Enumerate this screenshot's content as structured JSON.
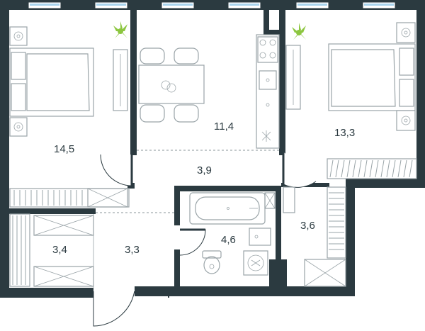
{
  "rooms": [
    {
      "id": "bedroom-left",
      "area": "14,5"
    },
    {
      "id": "kitchen",
      "area": "11,4"
    },
    {
      "id": "bedroom-right",
      "area": "13,3"
    },
    {
      "id": "corridor",
      "area": "3,9"
    },
    {
      "id": "closet-right",
      "area": "3,6"
    },
    {
      "id": "bathroom",
      "area": "4,6"
    },
    {
      "id": "closet-left",
      "area": "3,4"
    },
    {
      "id": "hallway",
      "area": "3,3"
    }
  ],
  "icons": {
    "plant": "plant-icon",
    "bed": "bed-icon",
    "table": "dining-table-icon",
    "stove": "stove-icon",
    "sink": "sink-icon",
    "bath": "bathtub-icon",
    "toilet": "toilet-icon",
    "washer": "washing-machine-icon"
  },
  "colors": {
    "wall": "#2b3a40",
    "window": "#a9d4ee",
    "furniture": "#9aa4a8",
    "plant": "#8cc63f"
  }
}
